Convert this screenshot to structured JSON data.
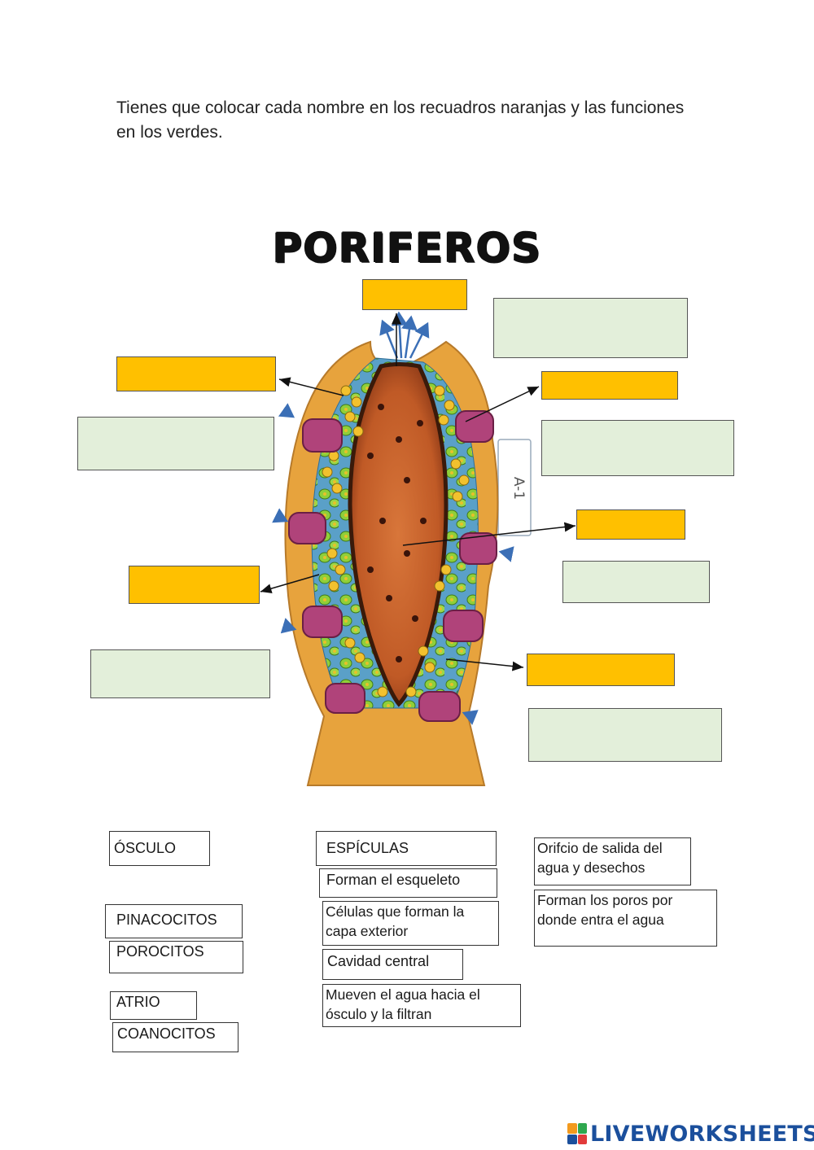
{
  "instructions": "Tienes que colocar cada nombre en los recuadros naranjas y las funciones en los verdes.",
  "diagram": {
    "title": "PORIFEROS",
    "tag_label": "A-1"
  },
  "answer_tiles": {
    "osculo": "ÓSCULO",
    "espiculas": "ESPÍCULAS",
    "funcion_salida": "Orifcio de salida del agua y desechos",
    "funcion_esqueleto": "Forman el esqueleto",
    "pinacocitos": "PINACOCITOS",
    "funcion_capa": "Células que forman la capa exterior",
    "funcion_poros": "Forman los poros por donde entra el agua",
    "porocitos": "POROCITOS",
    "funcion_cavidad": "Cavidad central",
    "atrio": "ATRIO",
    "funcion_filtran": "Mueven el agua hacia el ósculo y la filtran",
    "coanocitos": "COANOCITOS"
  },
  "brand": {
    "name": "LIVEWORKSHEETS"
  },
  "colors": {
    "name_box": "#ffc000",
    "function_box": "#e3efda",
    "sponge_outer": "#e7a33d",
    "sponge_cavity": "#c8642c",
    "pore_ring": "#b0437a",
    "water_arrow": "#3b6fb6",
    "brand_text": "#1b4f9c"
  }
}
